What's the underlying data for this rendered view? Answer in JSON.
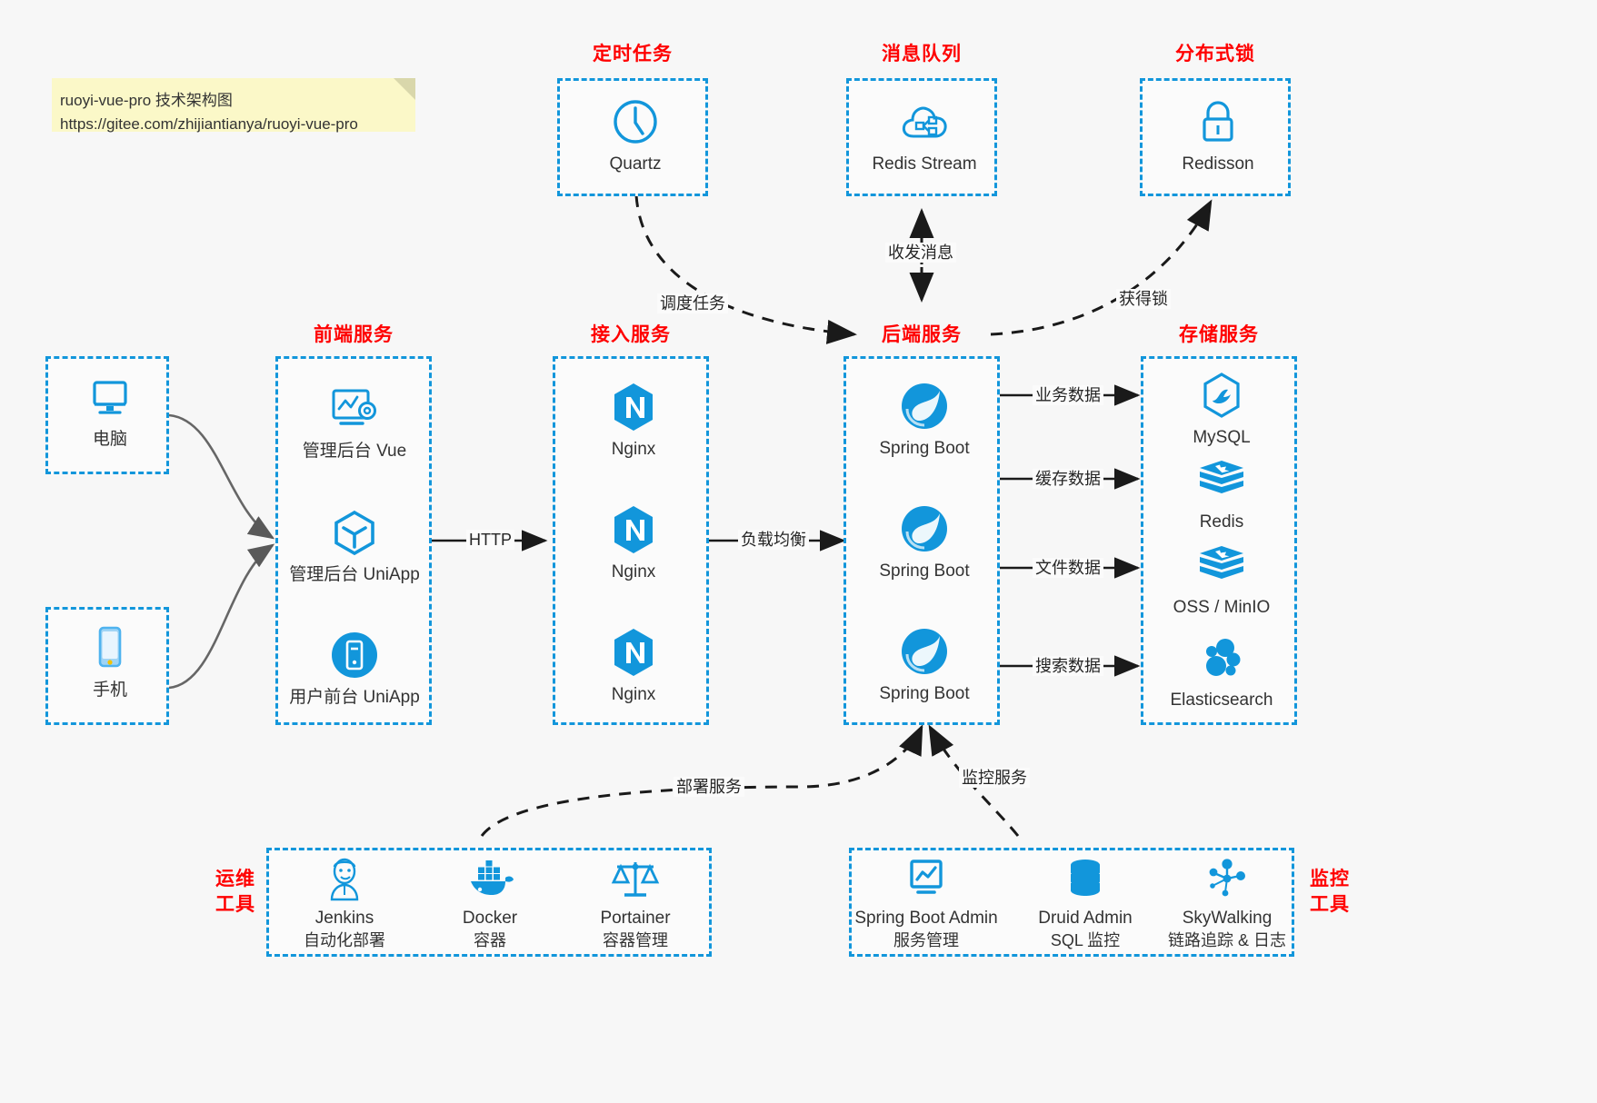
{
  "note": {
    "line1": "ruoyi-vue-pro 技术架构图",
    "line2": "https://gitee.com/zhijiantianya/ruoyi-vue-pro"
  },
  "colors": {
    "accent_blue": "#1296db",
    "title_red": "#ff0000",
    "text_dark": "#333333",
    "background": "#f7f7f7",
    "note_yellow": "#fbf8c8",
    "arrow_gray": "#595959"
  },
  "zones": {
    "scheduled_task": {
      "title": "定时任务",
      "nodes": [
        {
          "label": "Quartz",
          "icon": "clock-icon"
        }
      ]
    },
    "message_queue": {
      "title": "消息队列",
      "nodes": [
        {
          "label": "Redis Stream",
          "icon": "cloud-stream-icon"
        }
      ]
    },
    "distributed_lock": {
      "title": "分布式锁",
      "nodes": [
        {
          "label": "Redisson",
          "icon": "lock-icon"
        }
      ]
    },
    "client_pc": {
      "nodes": [
        {
          "label": "电脑",
          "icon": "desktop-icon"
        }
      ]
    },
    "client_phone": {
      "nodes": [
        {
          "label": "手机",
          "icon": "phone-icon"
        }
      ]
    },
    "frontend": {
      "title": "前端服务",
      "nodes": [
        {
          "label": "管理后台 Vue",
          "icon": "dashboard-gear-icon"
        },
        {
          "label": "管理后台 UniApp",
          "icon": "cube-icon"
        },
        {
          "label": "用户前台 UniApp",
          "icon": "mobile-circle-icon"
        }
      ]
    },
    "gateway": {
      "title": "接入服务",
      "nodes": [
        {
          "label": "Nginx",
          "icon": "nginx-icon"
        },
        {
          "label": "Nginx",
          "icon": "nginx-icon"
        },
        {
          "label": "Nginx",
          "icon": "nginx-icon"
        }
      ]
    },
    "backend": {
      "title": "后端服务",
      "nodes": [
        {
          "label": "Spring Boot",
          "icon": "spring-icon"
        },
        {
          "label": "Spring Boot",
          "icon": "spring-icon"
        },
        {
          "label": "Spring Boot",
          "icon": "spring-icon"
        }
      ]
    },
    "storage": {
      "title": "存储服务",
      "nodes": [
        {
          "label": "MySQL",
          "icon": "mysql-icon"
        },
        {
          "label": "Redis",
          "icon": "redis-icon"
        },
        {
          "label": "OSS / MinIO",
          "icon": "redis-icon"
        },
        {
          "label": "Elasticsearch",
          "icon": "elasticsearch-icon"
        }
      ]
    },
    "devops": {
      "title_line1": "运维",
      "title_line2": "工具",
      "nodes": [
        {
          "label": "Jenkins",
          "sublabel": "自动化部署",
          "icon": "jenkins-icon"
        },
        {
          "label": "Docker",
          "sublabel": "容器",
          "icon": "docker-icon"
        },
        {
          "label": "Portainer",
          "sublabel": "容器管理",
          "icon": "scales-icon"
        }
      ]
    },
    "monitoring": {
      "title_line1": "监控",
      "title_line2": "工具",
      "nodes": [
        {
          "label": "Spring Boot Admin",
          "sublabel": "服务管理",
          "icon": "monitor-chart-icon"
        },
        {
          "label": "Druid Admin",
          "sublabel": "SQL 监控",
          "icon": "database-icon"
        },
        {
          "label": "SkyWalking",
          "sublabel": "链路追踪 & 日志",
          "icon": "skywalking-icon"
        }
      ]
    }
  },
  "edges": {
    "http": "HTTP",
    "load_balance": "负载均衡",
    "schedule_task": "调度任务",
    "send_receive_message": "收发消息",
    "acquire_lock": "获得锁",
    "business_data": "业务数据",
    "cache_data": "缓存数据",
    "file_data": "文件数据",
    "search_data": "搜索数据",
    "deploy_service": "部署服务",
    "monitor_service": "监控服务"
  }
}
